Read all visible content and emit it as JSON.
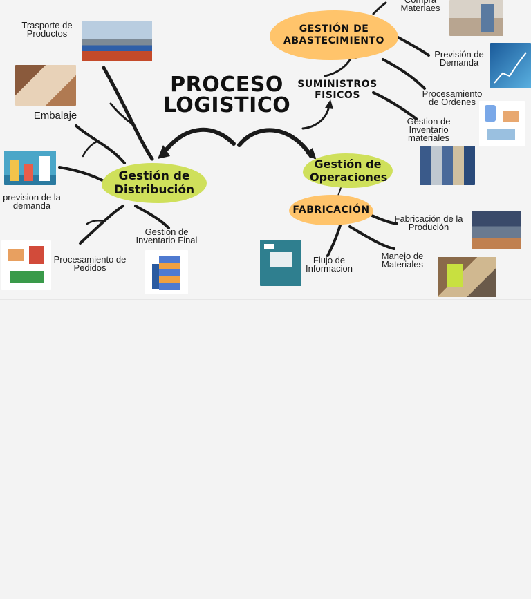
{
  "title": [
    "PROCESO",
    "LOGISTICO"
  ],
  "nodes": {
    "distribucion": "Gestión de Distribución",
    "operaciones": "Gestión de Operaciones",
    "abastecimiento": "GESTIÓN DE ABASTECIMIENTO",
    "suministros": "SUMINISTROS FISICOS",
    "fabricacion": "FABRICACIÓN"
  },
  "labels": {
    "transporte": "Trasporte de Productos",
    "embalaje": "Embalaje",
    "prevision_demanda_left": "prevision de la demanda",
    "procesamiento_pedidos": "Procesamiento de Pedidos",
    "inventario_final": "Gestion de Inventario Final",
    "compra_materiales": "Compra Materiaes",
    "prevision_demanda_right": "Previsión de Demanda",
    "procesamiento_ordenes": "Procesamiento de Ordenes",
    "inventario_materiales": "Gestion de Inventario materiales",
    "fabricacion_produccion": "Fabricación de la Produción",
    "manejo_materiales": "Manejo de Materiales",
    "flujo_informacion": "Flujo de Informacion"
  },
  "colors": {
    "green_node": "#cfe05b",
    "orange_node": "#ffc46b",
    "background": "#f4f4f4",
    "branch": "#1a1a1a"
  }
}
